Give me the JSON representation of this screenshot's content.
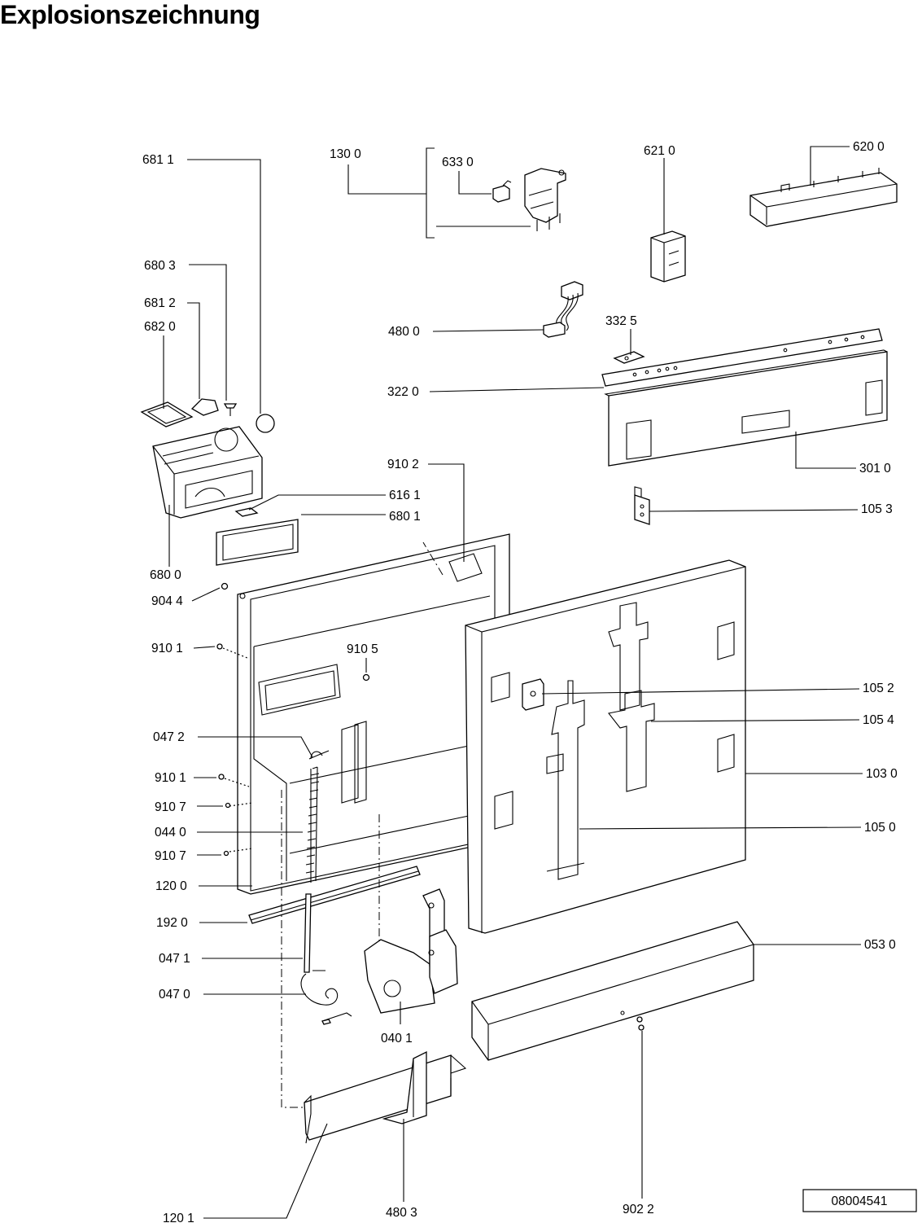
{
  "title": "Explosionszeichnung",
  "drawing_number": "08004541",
  "parts": [
    {
      "id": "p6811",
      "label": "681 1"
    },
    {
      "id": "p1300",
      "label": "130 0"
    },
    {
      "id": "p6330",
      "label": "633 0"
    },
    {
      "id": "p6210",
      "label": "621 0"
    },
    {
      "id": "p6200",
      "label": "620 0"
    },
    {
      "id": "p6803",
      "label": "680 3"
    },
    {
      "id": "p6812",
      "label": "681 2"
    },
    {
      "id": "p6820",
      "label": "682 0"
    },
    {
      "id": "p4800",
      "label": "480 0"
    },
    {
      "id": "p3325",
      "label": "332 5"
    },
    {
      "id": "p3220",
      "label": "322 0"
    },
    {
      "id": "p3010",
      "label": "301 0"
    },
    {
      "id": "p9102",
      "label": "910 2"
    },
    {
      "id": "p6161",
      "label": "616 1"
    },
    {
      "id": "p6801",
      "label": "680 1"
    },
    {
      "id": "p1053",
      "label": "105 3"
    },
    {
      "id": "p6800",
      "label": "680 0"
    },
    {
      "id": "p9044",
      "label": "904 4"
    },
    {
      "id": "p9101a",
      "label": "910 1"
    },
    {
      "id": "p9105",
      "label": "910 5"
    },
    {
      "id": "p1052",
      "label": "105 2"
    },
    {
      "id": "p1054",
      "label": "105 4"
    },
    {
      "id": "p0472",
      "label": "047 2"
    },
    {
      "id": "p9101b",
      "label": "910 1"
    },
    {
      "id": "p1030",
      "label": "103 0"
    },
    {
      "id": "p9107a",
      "label": "910 7"
    },
    {
      "id": "p0440",
      "label": "044 0"
    },
    {
      "id": "p1050",
      "label": "105 0"
    },
    {
      "id": "p9107b",
      "label": "910 7"
    },
    {
      "id": "p1200",
      "label": "120 0"
    },
    {
      "id": "p1920",
      "label": "192 0"
    },
    {
      "id": "p0530",
      "label": "053 0"
    },
    {
      "id": "p0471",
      "label": "047 1"
    },
    {
      "id": "p0470",
      "label": "047 0"
    },
    {
      "id": "p0401",
      "label": "040 1"
    },
    {
      "id": "p1201",
      "label": "120 1"
    },
    {
      "id": "p4803",
      "label": "480 3"
    },
    {
      "id": "p9022",
      "label": "902 2"
    }
  ]
}
